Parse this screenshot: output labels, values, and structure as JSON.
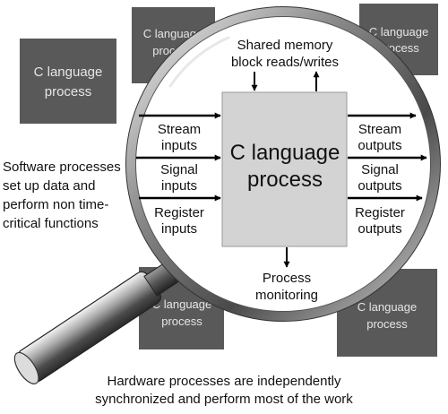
{
  "background_box_label": "C language process",
  "central_box_label": [
    "C language",
    "process"
  ],
  "top_port_label": [
    "Shared memory",
    "block reads/writes"
  ],
  "bottom_port_label": [
    "Process",
    "monitoring"
  ],
  "inputs": [
    [
      "Stream",
      "inputs"
    ],
    [
      "Signal",
      "inputs"
    ],
    [
      "Register",
      "inputs"
    ]
  ],
  "outputs": [
    [
      "Stream",
      "outputs"
    ],
    [
      "Signal",
      "outputs"
    ],
    [
      "Register",
      "outputs"
    ]
  ],
  "software_caption": [
    "Software processes",
    "set up data and",
    "perform non time-",
    "critical functions"
  ],
  "hardware_caption": [
    "Hardware processes are independently",
    "synchronized and perform most of the work"
  ],
  "colors": {
    "background_box": "#595959",
    "background_box_text": "#e6e6e6",
    "central_box": "#d3d3d3",
    "lens": "#ffffff",
    "rim": "#777777",
    "handle": "#5a5a5a",
    "arrow": "#000000"
  }
}
